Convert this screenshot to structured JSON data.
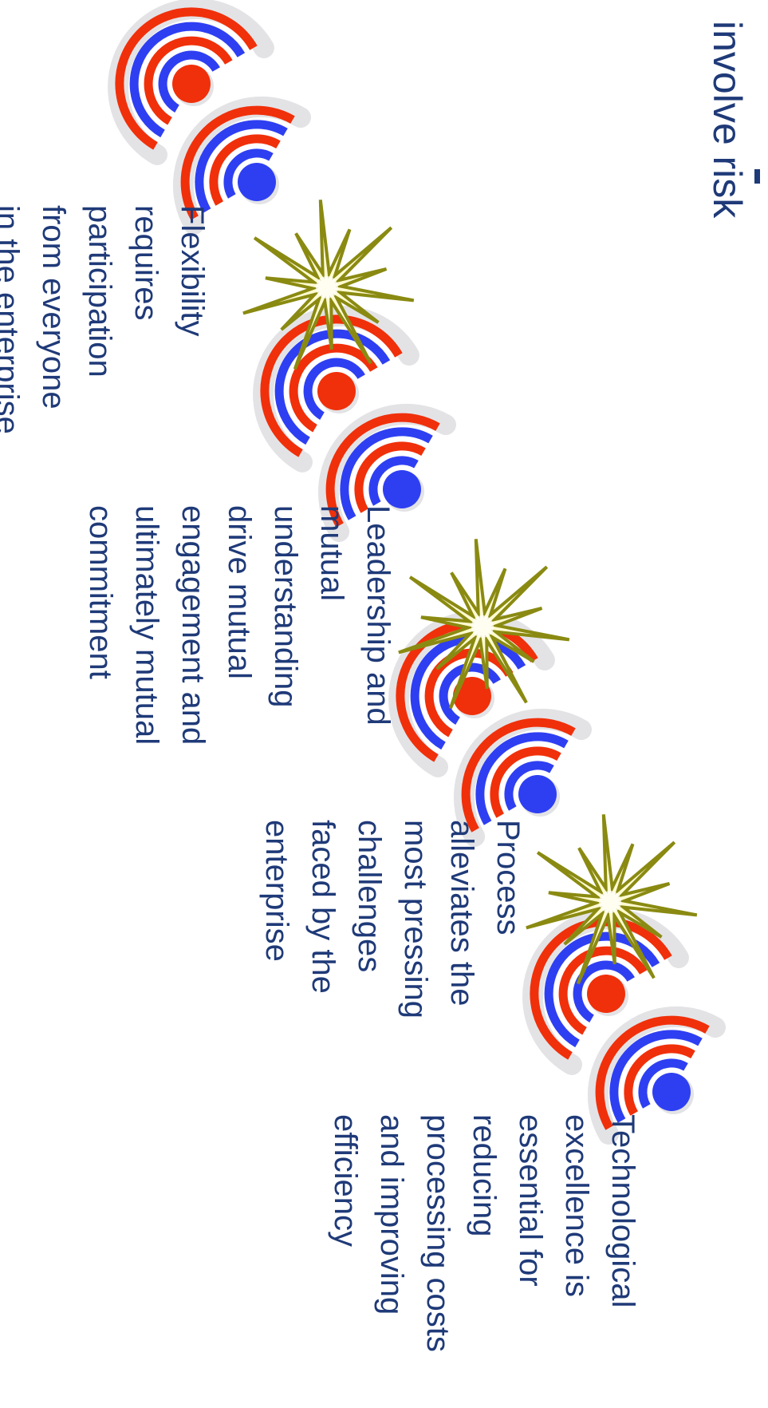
{
  "title": "involve risk",
  "colors": {
    "red": "#f0300a",
    "blue": "#2e3ff2",
    "shadow": "#e3e3e6",
    "star_fill": "#fffbd0",
    "star_stroke": "#8a8a12",
    "text": "#1f3a78"
  },
  "items": [
    {
      "lines": [
        "Technological",
        "excellence is",
        "essential for",
        "reducing",
        "processing costs",
        "and improving",
        "efficiency"
      ]
    },
    {
      "lines": [
        "Process",
        "alleviates the",
        "most pressing",
        "challenges",
        "faced by the",
        "enterprise"
      ]
    },
    {
      "lines": [
        "Leadership and",
        "mutual",
        "understanding",
        "drive mutual",
        "engagement and",
        "ultimately mutual",
        "commitment"
      ]
    },
    {
      "lines": [
        "Flexibility",
        "requires",
        "participation",
        "from everyone",
        "in the enterprise"
      ]
    }
  ]
}
